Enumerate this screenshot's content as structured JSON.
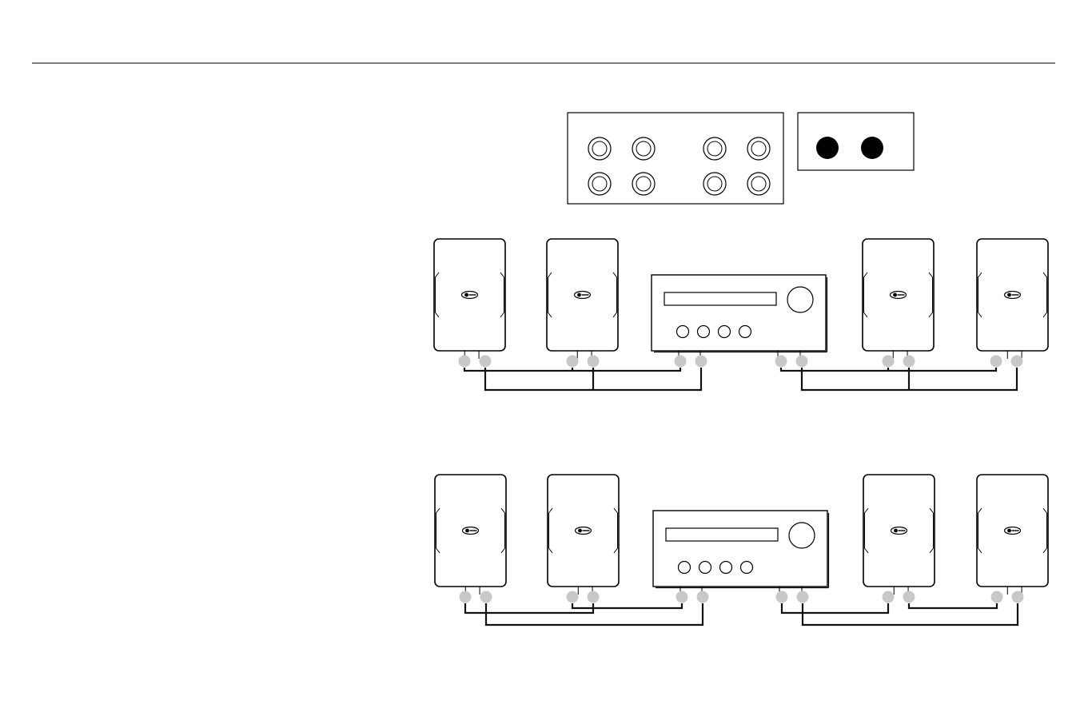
{
  "diagram": {
    "colors": {
      "line": "#000000",
      "wire": "#111111",
      "terminal": "#c8c8c8",
      "jack_solid": "#000000",
      "background": "#ffffff"
    },
    "top_jack_panel": {
      "jack_count": 8,
      "jack_style": "ring"
    },
    "side_jack_panel": {
      "jack_count": 2,
      "jack_style": "solid"
    },
    "wiring_diagrams": [
      {
        "id": "diagram-1",
        "speaker_count": 4,
        "receiver_count": 1,
        "wiring": "parallel"
      },
      {
        "id": "diagram-2",
        "speaker_count": 4,
        "receiver_count": 1,
        "wiring": "series"
      }
    ],
    "icons": {
      "speaker": "speaker-icon",
      "receiver": "receiver-icon",
      "terminal": "terminal-icon",
      "logo": "brand-logo-icon"
    }
  }
}
